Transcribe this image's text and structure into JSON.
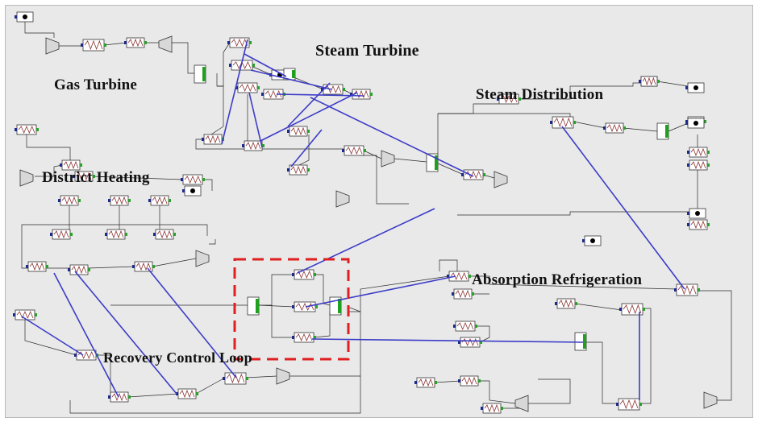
{
  "sections": {
    "gas_turbine": "Gas Turbine",
    "steam_turbine": "Steam Turbine",
    "steam_distribution": "Steam Distribution",
    "district_heating": "District Heating",
    "absorption_refrigeration": "Absorption Refrigeration",
    "recovery_control_loop": "Recovery Control Loop"
  },
  "colors": {
    "canvas": "#e9e9e9",
    "connection_line": "#2a2a2a",
    "signal_line": "#3c3cc8",
    "highlight_box": "#e02020",
    "component_text": "#24407a"
  },
  "icons": {
    "heat_exchanger": "zigzag-box-icon",
    "turbine_compressor": "trapezoid-icon",
    "junction": "black-dot-box-icon",
    "valve": "green-bar-icon"
  }
}
